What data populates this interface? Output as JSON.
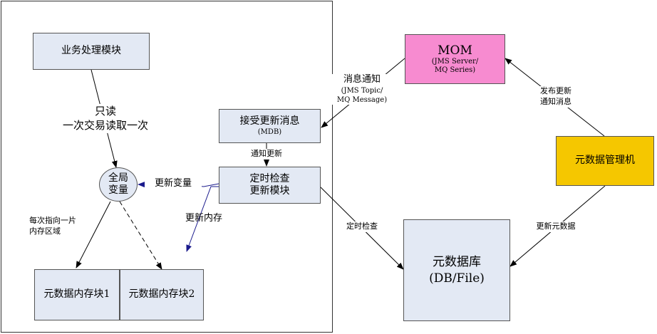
{
  "colors": {
    "box_fill": "#e3e9f4",
    "mom_fill": "#f78bd0",
    "manager_fill": "#f5c700",
    "arrow_blue": "#1a1a8c"
  },
  "nodes": {
    "business": "业务处理模块",
    "receive": {
      "title": "接受更新消息",
      "sub": "(MDB)"
    },
    "timer": {
      "line1": "定时检查",
      "line2": "更新模块"
    },
    "global_var": {
      "line1": "全局",
      "line2": "变量"
    },
    "block1": "元数据内存块1",
    "block2": "元数据内存块2",
    "mom": {
      "title": "MOM",
      "sub1": "(JMS Server/",
      "sub2": "MQ Series)"
    },
    "manager": "元数据管理机",
    "database": {
      "line1": "元数据库",
      "line2": "(DB/File)"
    }
  },
  "edges": {
    "readonly": {
      "line1": "只读",
      "line2": "一次交易读取一次"
    },
    "notify_update": "通知更新",
    "update_var": "更新变量",
    "update_mem": "更新内存",
    "point_to": {
      "line1": "每次指向一片",
      "line2": "内存区域"
    },
    "msg_notify": {
      "title": "消息通知",
      "sub1": "(JMS Topic/",
      "sub2": "MQ Message)"
    },
    "publish": {
      "line1": "发布更新",
      "line2": "通知消息"
    },
    "timed_check": "定时检查",
    "update_meta": "更新元数据"
  }
}
